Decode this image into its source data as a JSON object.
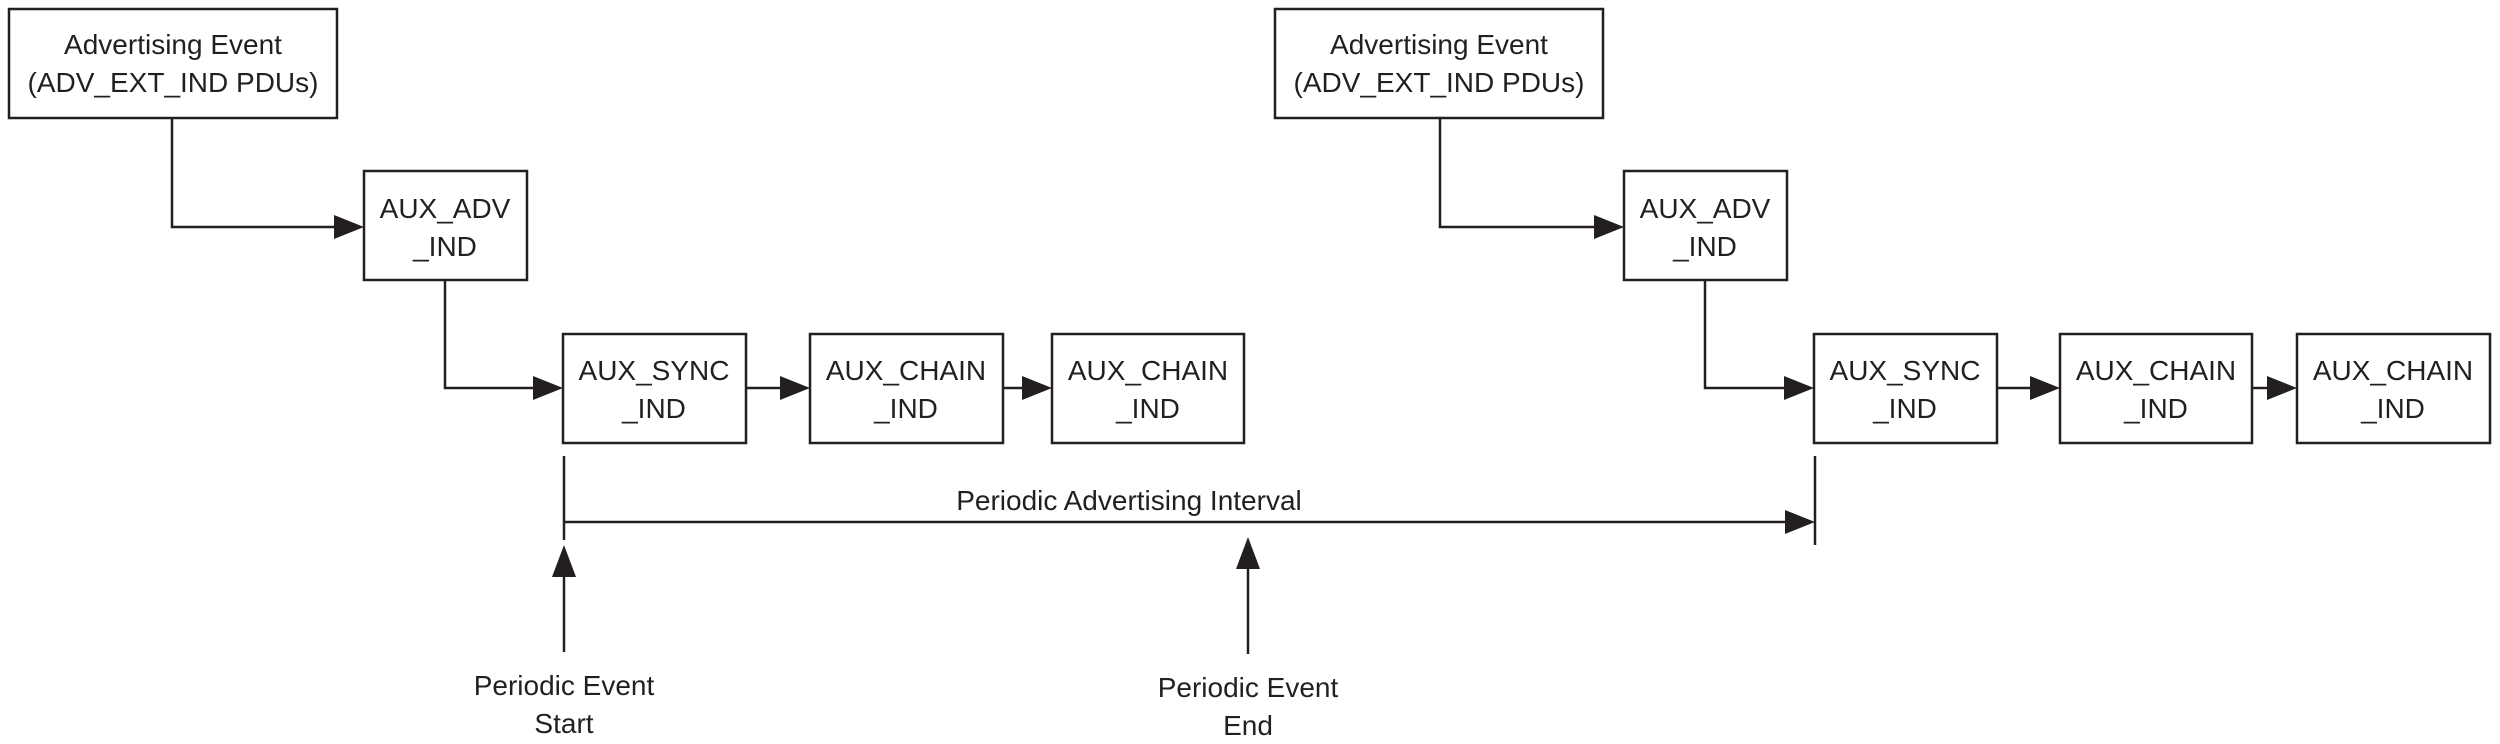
{
  "diagram": {
    "event1": {
      "adv_event": {
        "line1": "Advertising Event",
        "line2": "(ADV_EXT_IND PDUs)"
      },
      "aux_adv": {
        "line1": "AUX_ADV",
        "line2": "_IND"
      },
      "aux_sync": {
        "line1": "AUX_SYNC",
        "line2": "_IND"
      },
      "aux_chain_1": {
        "line1": "AUX_CHAIN",
        "line2": "_IND"
      },
      "aux_chain_2": {
        "line1": "AUX_CHAIN",
        "line2": "_IND"
      }
    },
    "event2": {
      "adv_event": {
        "line1": "Advertising Event",
        "line2": "(ADV_EXT_IND PDUs)"
      },
      "aux_adv": {
        "line1": "AUX_ADV",
        "line2": "_IND"
      },
      "aux_sync": {
        "line1": "AUX_SYNC",
        "line2": "_IND"
      },
      "aux_chain_1": {
        "line1": "AUX_CHAIN",
        "line2": "_IND"
      },
      "aux_chain_2": {
        "line1": "AUX_CHAIN",
        "line2": "_IND"
      }
    },
    "interval_label": "Periodic Advertising Interval",
    "periodic_event_start": {
      "line1": "Periodic Event",
      "line2": "Start"
    },
    "periodic_event_end": {
      "line1": "Periodic Event",
      "line2": "End"
    }
  }
}
